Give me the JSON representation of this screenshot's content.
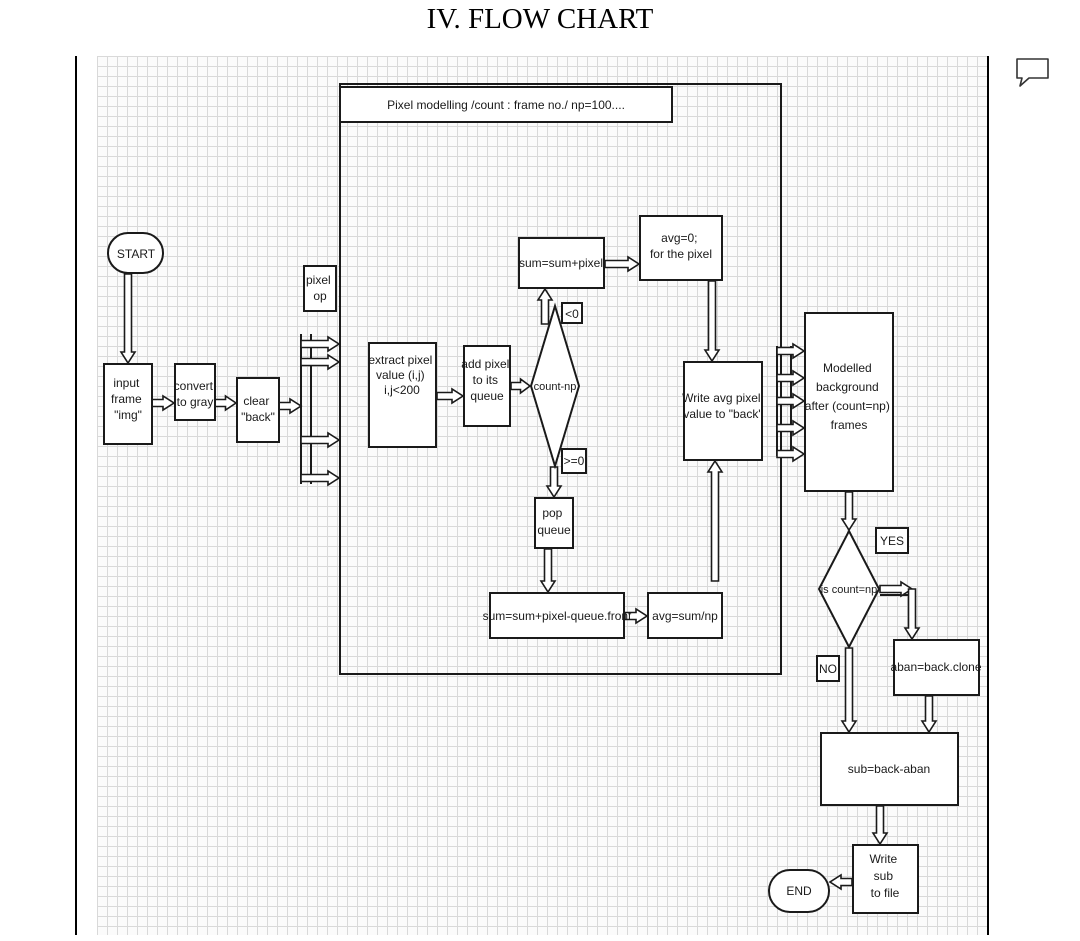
{
  "heading": "IV. FLOW CHART",
  "diagram": {
    "container_label": "Pixel modelling          /count : frame no./ np=100....",
    "nodes": {
      "start": [
        "START"
      ],
      "input_frame": [
        "input",
        "frame",
        "\"img\""
      ],
      "convert_gray": [
        "convert",
        "to gray"
      ],
      "clear_back": [
        "clear",
        "\"back\""
      ],
      "pixel_op": [
        "pixel",
        "op"
      ],
      "extract_pixel": [
        "extract pixel",
        "value (i,j)",
        "",
        "i,j<200"
      ],
      "add_pixel": [
        "add pixel",
        "to its",
        "queue"
      ],
      "count_np": [
        "count-np"
      ],
      "sum_pixel": [
        "sum=sum+pixel"
      ],
      "avg_zero": [
        "avg=0;",
        "for the pixel"
      ],
      "lt_zero": [
        "<0"
      ],
      "ge_zero": [
        ">=0"
      ],
      "pop_queue": [
        "pop",
        "queue"
      ],
      "sum_front": [
        "sum=sum+pixel-queue.front"
      ],
      "avg_div": [
        "avg=sum/np"
      ],
      "write_avg": [
        "Write avg pixel",
        "value to \"back\""
      ],
      "modelled_bg": [
        "Modelled",
        "background",
        "after (count=np)",
        "frames"
      ],
      "is_count_np": [
        "is count=np"
      ],
      "yes": [
        "YES"
      ],
      "no": [
        "NO"
      ],
      "aban_clone": [
        "aban=back.clone"
      ],
      "sub_diff": [
        "sub=back-aban"
      ],
      "write_sub": [
        "Write",
        "sub",
        "to file"
      ],
      "end": [
        "END"
      ]
    }
  }
}
